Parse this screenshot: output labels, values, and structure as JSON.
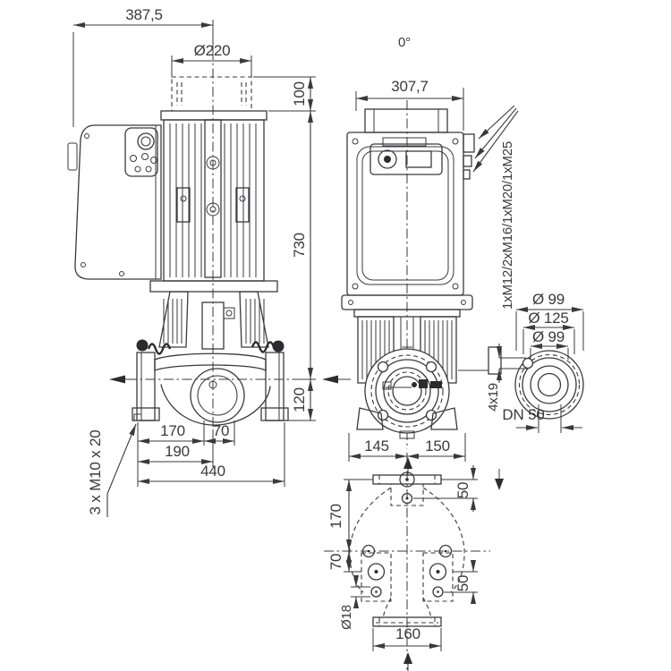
{
  "meta": {
    "background": "#ffffff",
    "line_color": "#3a3a3c",
    "drawing_type": "pump dimensional drawing"
  },
  "views": {
    "front": {
      "dims": {
        "module_to_axis": "387,5",
        "fan_diameter": "Ø220",
        "fan_height": "100",
        "axis_to_top": "730",
        "axis_to_base": "120",
        "foot_offset_a": "170",
        "foot_offset_b": "70",
        "flange_to_center": "190",
        "port_to_port": "440"
      },
      "labels": {
        "plug_holes": "3 x M10 x 20"
      }
    },
    "side": {
      "labels": {
        "angle": "0°",
        "cable_glands": "1xM12/2xM16/1xM20/1xM25"
      },
      "dims": {
        "module_width": "307,7",
        "foot_left": "145",
        "foot_right": "150"
      }
    },
    "flange": {
      "dims": {
        "outer": "Ø 99",
        "bolt_circle": "Ø 125",
        "raised_face": "Ø 99",
        "bolt_holes": "4x19",
        "nominal": "DN 50"
      }
    },
    "base": {
      "dims": {
        "axis_to_flange_hole": "170",
        "axis_to_foot_hole": "70",
        "foot_hole_diameter": "Ø18",
        "offset_top": "50",
        "offset_bottom": "50",
        "foot_spacing": "160"
      }
    }
  }
}
